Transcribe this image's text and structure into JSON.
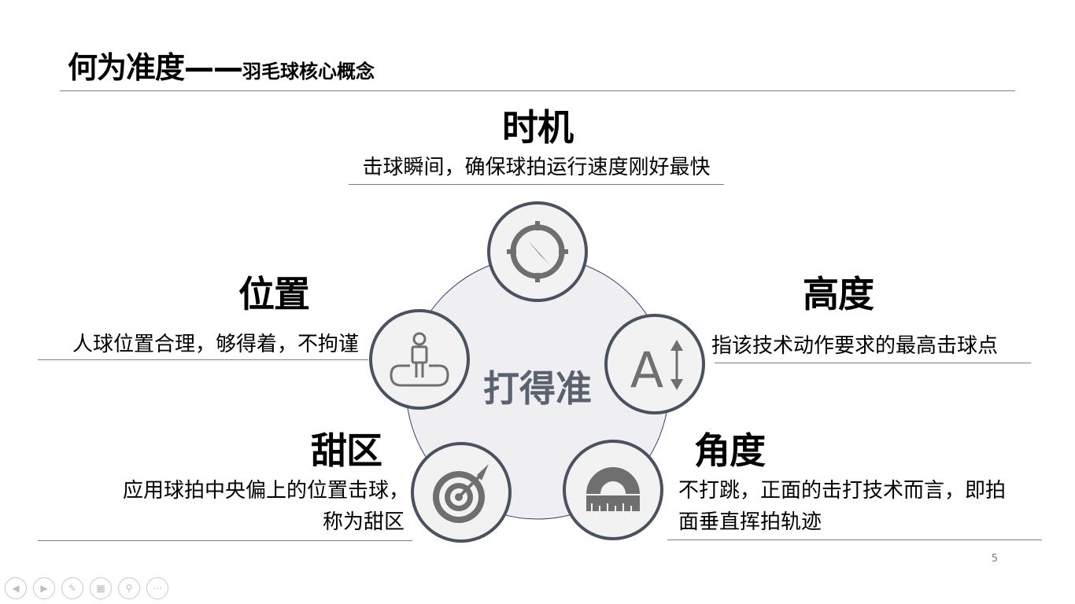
{
  "title": {
    "main": "何为准度——",
    "sub": "羽毛球核心概念"
  },
  "center_label": "打得准",
  "items": [
    {
      "heading": "时机",
      "desc": [
        "击球瞬间，确保球拍运行速度刚好最快"
      ],
      "icon": "compass-icon"
    },
    {
      "heading": "高度",
      "desc": [
        "指该技术动作要求的最高击球点"
      ],
      "icon": "text-height-icon"
    },
    {
      "heading": "角度",
      "desc": [
        "不打跳，正面的击打技术而言，即拍",
        "面垂直挥拍轨迹"
      ],
      "icon": "protractor-icon"
    },
    {
      "heading": "甜区",
      "desc": [
        "应用球拍中央偏上的位置击球，",
        "称为甜区"
      ],
      "icon": "target-icon"
    },
    {
      "heading": "位置",
      "desc": [
        "人球位置合理，够得着，不拘谨"
      ],
      "icon": "person-icon"
    }
  ],
  "page_number": "5",
  "toolbar": [
    "previous-icon",
    "next-icon",
    "pen-icon",
    "slides-icon",
    "zoom-icon",
    "more-icon"
  ],
  "colors": {
    "icon_gray": "#6f6f6f",
    "ring_border": "#4a5160",
    "center_fill": "#efeff1",
    "center_border": "#3b3f73",
    "center_text": "#5a6270"
  }
}
